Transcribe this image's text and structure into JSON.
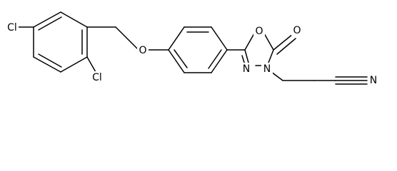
{
  "molecule": {
    "atoms": {
      "cl_top": "Cl",
      "cl_bottom": "Cl",
      "ether_oxygen": "O",
      "ring_oxygen": "O",
      "carbonyl_oxygen": "O",
      "ring_nitrogen_n3": "N",
      "ring_nitrogen_n4": "N",
      "nitrile_nitrogen": "N"
    }
  }
}
